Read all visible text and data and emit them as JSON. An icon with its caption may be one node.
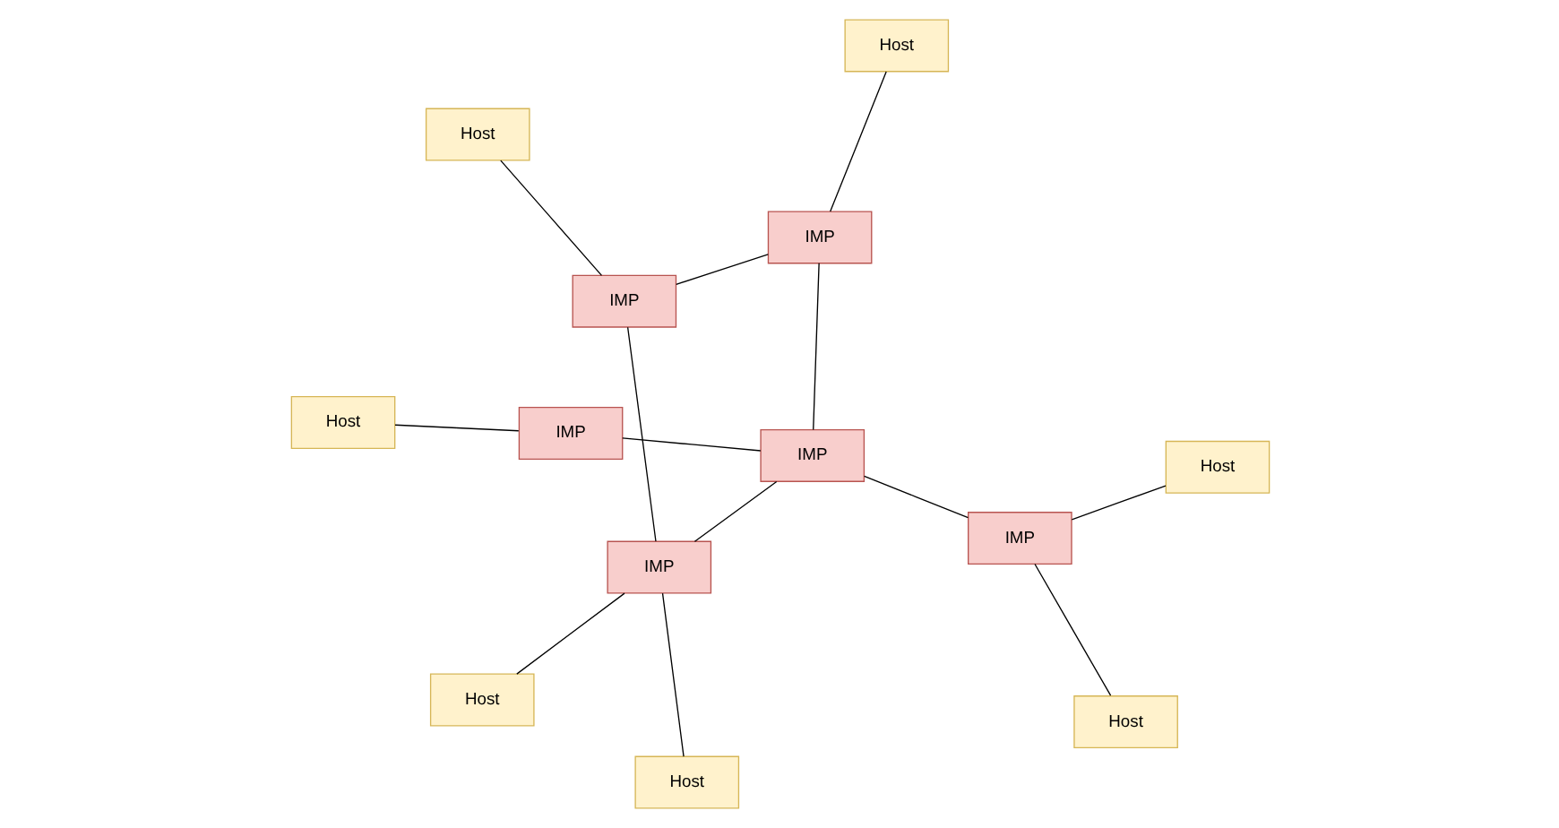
{
  "diagram": {
    "nodes": [
      {
        "text": [
          "Host"
        ]
      },
      {
        "text": [
          "IMP"
        ]
      },
      {
        "text": [
          "Host"
        ]
      },
      {
        "text": [
          "Host"
        ]
      },
      {
        "text": [
          "IMP"
        ]
      },
      {
        "text": [
          "IMP"
        ]
      },
      {
        "text": [
          "Host"
        ]
      },
      {
        "text": [
          "IMP"
        ]
      },
      {
        "text": [
          "IMP"
        ]
      },
      {
        "text": [
          "IMP"
        ]
      },
      {
        "text": [
          "Host"
        ]
      },
      {
        "text": [
          "Host"
        ]
      },
      {
        "text": [
          "Host"
        ]
      }
    ],
    "edges": [
      {
        "from": 0,
        "to": 1,
        "arrow": "none"
      },
      {
        "from": 1,
        "to": 4,
        "arrow": "none"
      },
      {
        "from": 1,
        "to": 5,
        "arrow": "none"
      },
      {
        "from": 2,
        "to": 4,
        "arrow": "none"
      },
      {
        "from": 6,
        "to": 4,
        "arrow": "none"
      },
      {
        "from": 4,
        "to": 7,
        "arrow": "none"
      },
      {
        "from": 5,
        "to": 3,
        "arrow": "none"
      },
      {
        "from": 7,
        "to": 5,
        "arrow": "none"
      },
      {
        "from": 7,
        "to": 8,
        "arrow": "none"
      },
      {
        "from": 7,
        "to": 9,
        "arrow": "none"
      },
      {
        "from": 8,
        "to": 11,
        "arrow": "none"
      },
      {
        "from": 9,
        "to": 10,
        "arrow": "none"
      },
      {
        "from": 9,
        "to": 12,
        "arrow": "none"
      }
    ]
  }
}
